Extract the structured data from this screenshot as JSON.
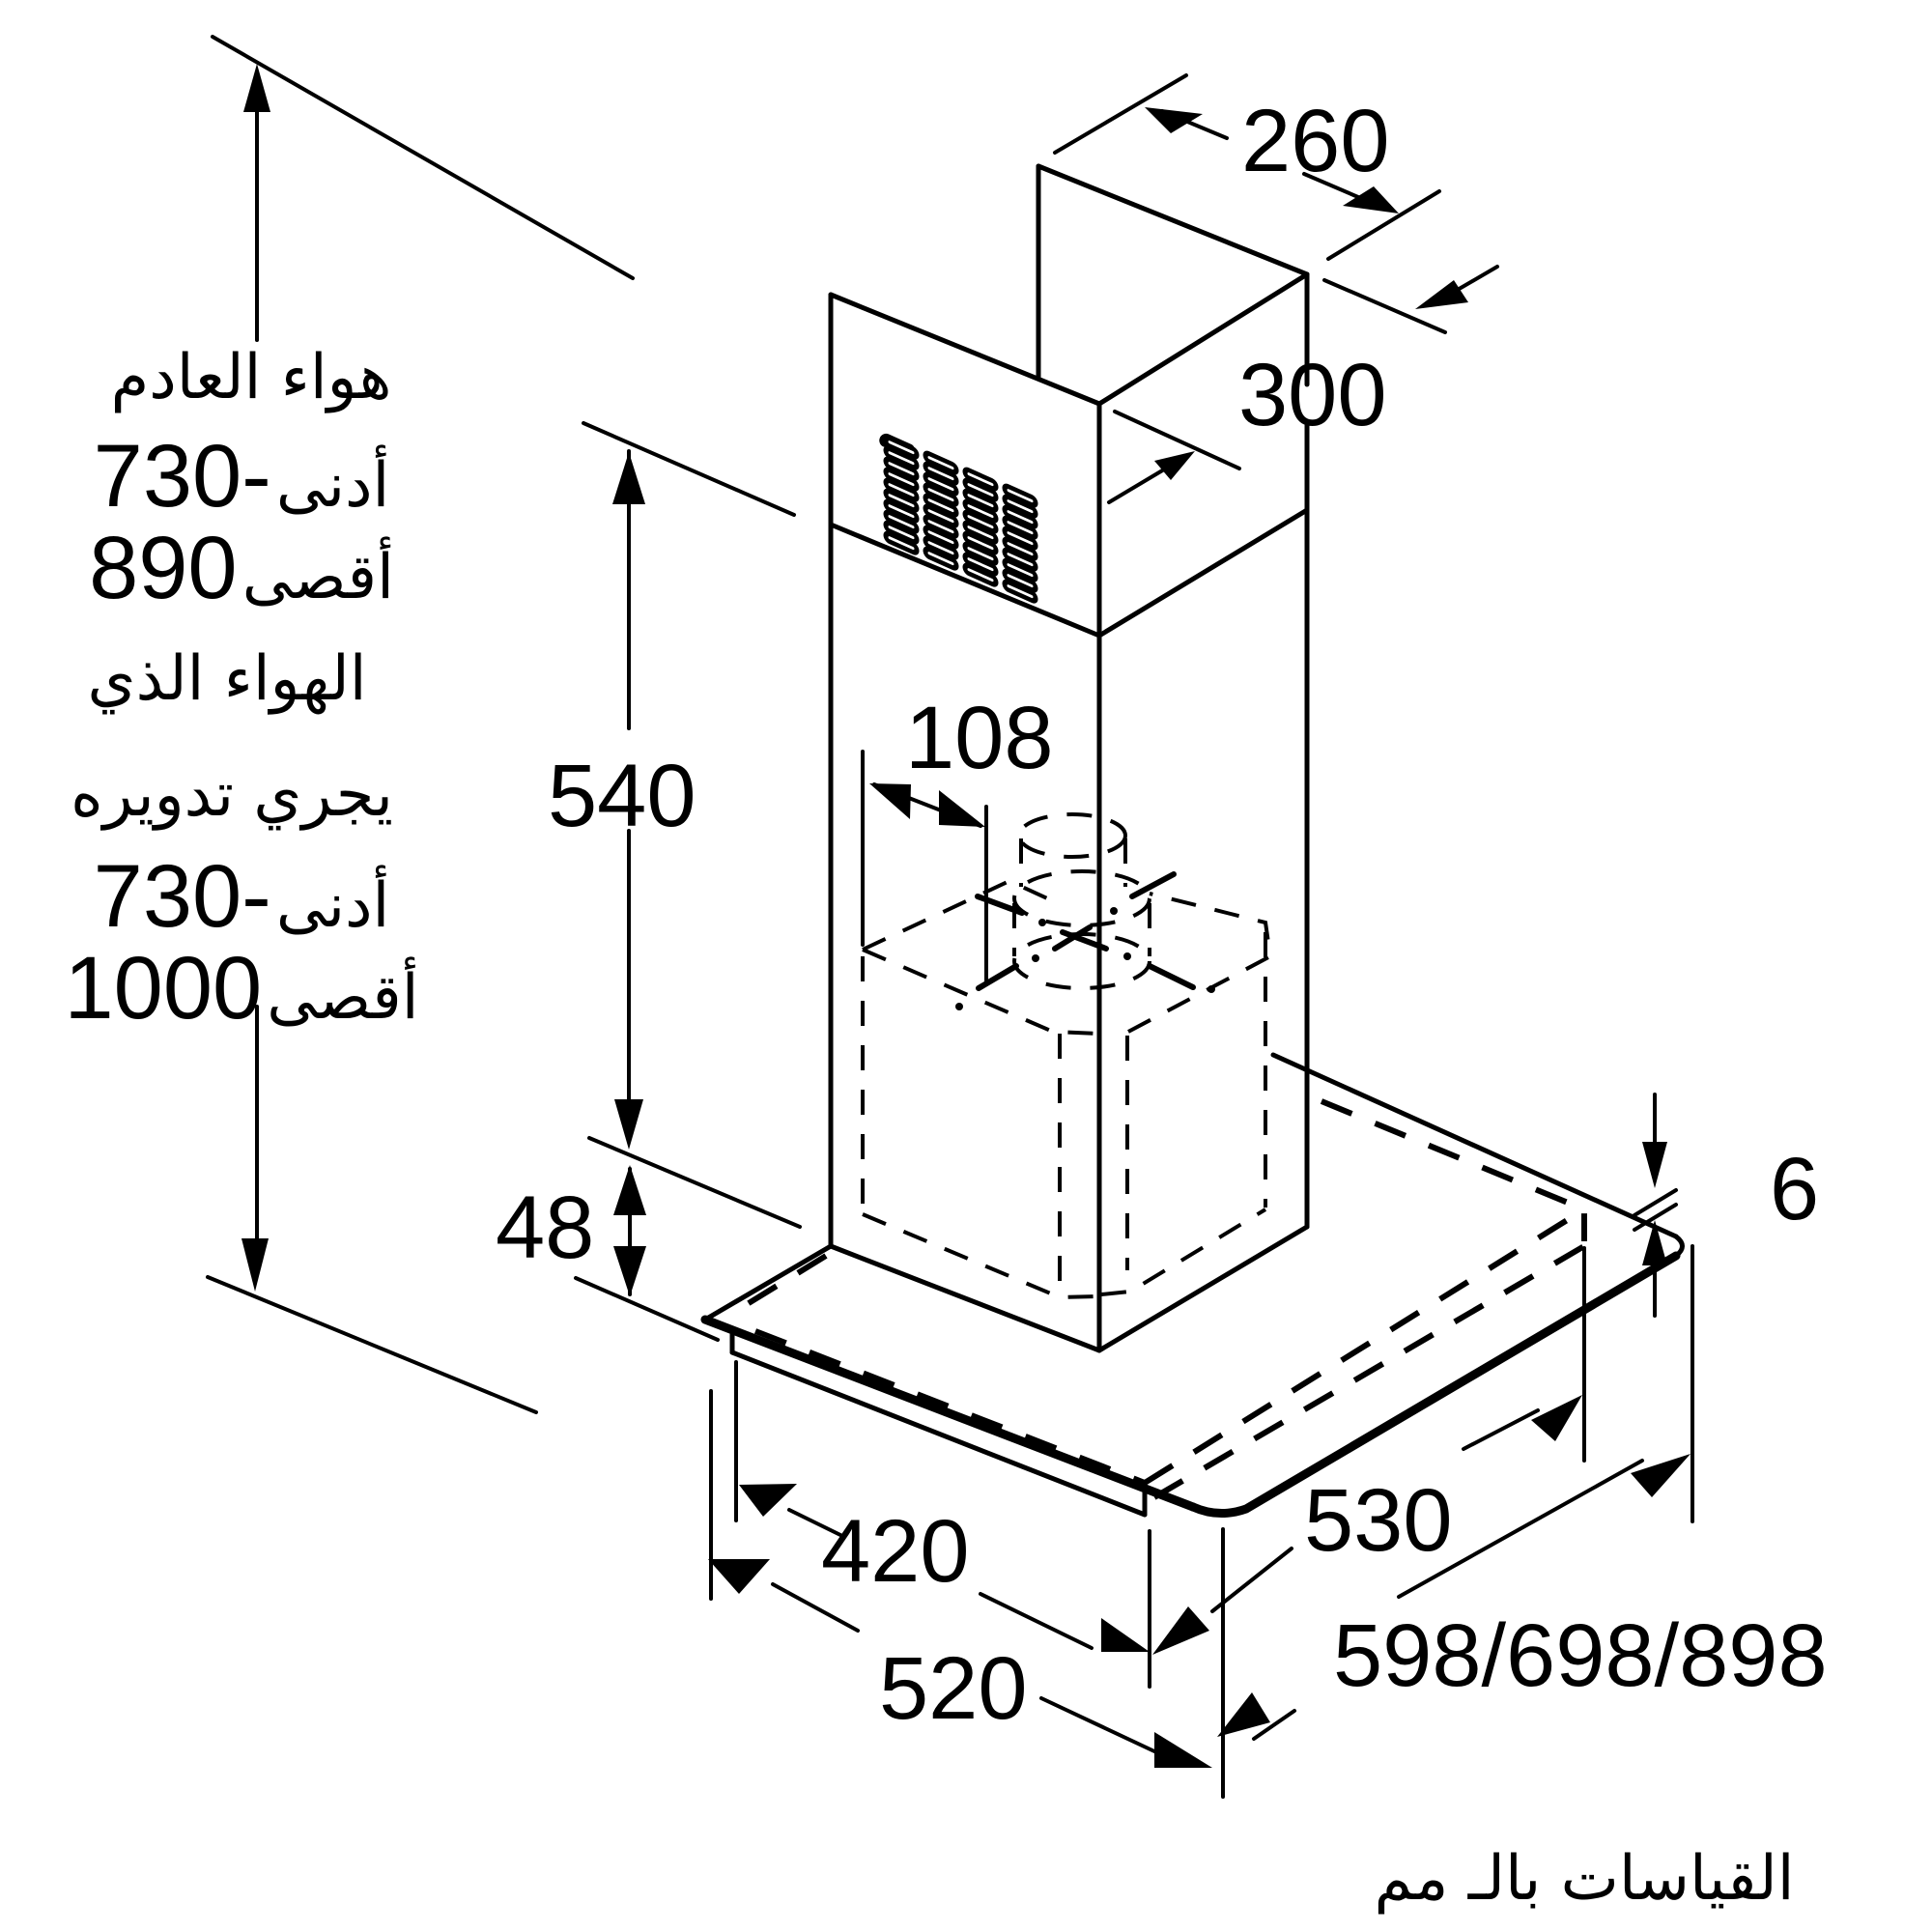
{
  "diagram": {
    "subject": "chimney cooker hood dimension drawing",
    "line_color": "#000000",
    "background": "#ffffff"
  },
  "dimensions": {
    "chimney_depth": "260",
    "chimney_width": "300",
    "height_540": "540",
    "offset_108": "108",
    "canopy_height_48": "48",
    "glass_thickness_6": "6",
    "depth_420": "420",
    "depth_520": "520",
    "width_530": "530",
    "width_options": "598/698/898"
  },
  "side_notes": {
    "exhaust_title": "هواء العادم",
    "exhaust_min_label": "أدنى",
    "exhaust_min_value": "730-",
    "exhaust_max_label": "أقصى",
    "exhaust_max_value": "890",
    "recirc_title_line1": "الهواء الذي",
    "recirc_title_line2": "يجري تدويره",
    "recirc_min_label": "أدنى",
    "recirc_min_value": "730-",
    "recirc_max_label": "أقصى",
    "recirc_max_value": "1000"
  },
  "footer": {
    "units_note": "القياسات بالـ مم"
  }
}
